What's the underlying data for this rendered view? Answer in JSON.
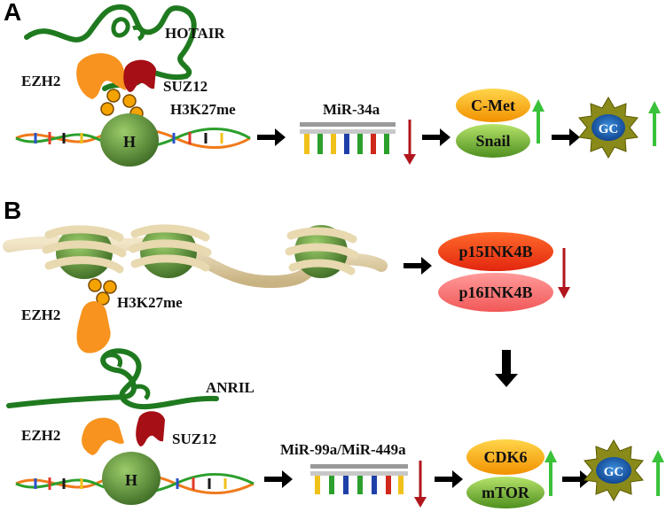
{
  "panels": {
    "a": "A",
    "b": "B"
  },
  "panel_a": {
    "lncrna": "HOTAIR",
    "prc_1": "EZH2",
    "prc_2": "SUZ12",
    "mark": "H3K27me",
    "histone": "H",
    "mirna": "MiR-34a",
    "target_1": "C-Met",
    "target_2": "Snail",
    "outcome": "GC"
  },
  "panel_b": {
    "mark": "H3K27me",
    "prc_1": "EZH2",
    "lncrna": "ANRIL",
    "prc_1b": "EZH2",
    "prc_2": "SUZ12",
    "histone": "H",
    "gene_1": "p15INK4B",
    "gene_2": "p16INK4B",
    "mirna": "MiR-99a/MiR-449a",
    "target_1": "CDK6",
    "target_2": "mTOR",
    "outcome": "GC"
  },
  "colors": {
    "rna": "#1f7a1f",
    "ezh2": "#f7931e",
    "suz12": "#a50f15",
    "histone": "#5f8f3a",
    "mark": "#f5a300",
    "up": "#39c23a",
    "down": "#b0161c"
  }
}
